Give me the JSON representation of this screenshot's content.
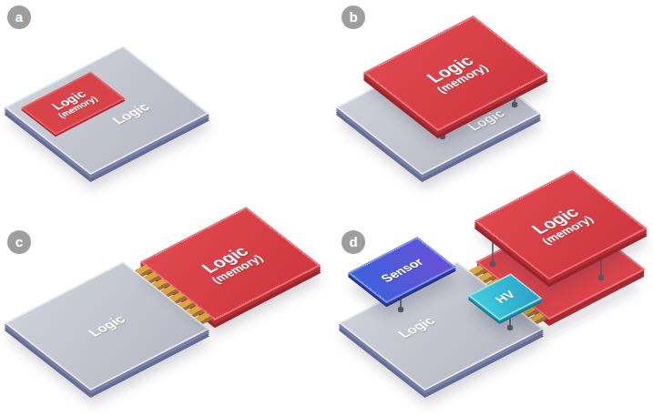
{
  "diagram": {
    "nodes": [
      {
        "text": [
          "Logic"
        ]
      },
      {
        "text": [
          "Logic",
          "(memory)"
        ],
        "in": 0
      },
      {
        "text": [
          "Logic",
          "(memory)"
        ]
      },
      {
        "text": [
          "Logic"
        ]
      },
      {
        "text": [
          "Logic"
        ]
      },
      {
        "text": [
          "Logic",
          "(memory)"
        ]
      },
      {
        "text": [
          "Logic",
          "(memory)"
        ]
      },
      {
        "text": [
          "Sensor"
        ]
      },
      {
        "text": [
          "HV"
        ]
      },
      {
        "text": [
          "Logic"
        ]
      }
    ],
    "labels": [
      "a",
      "b",
      "c",
      "d"
    ]
  }
}
